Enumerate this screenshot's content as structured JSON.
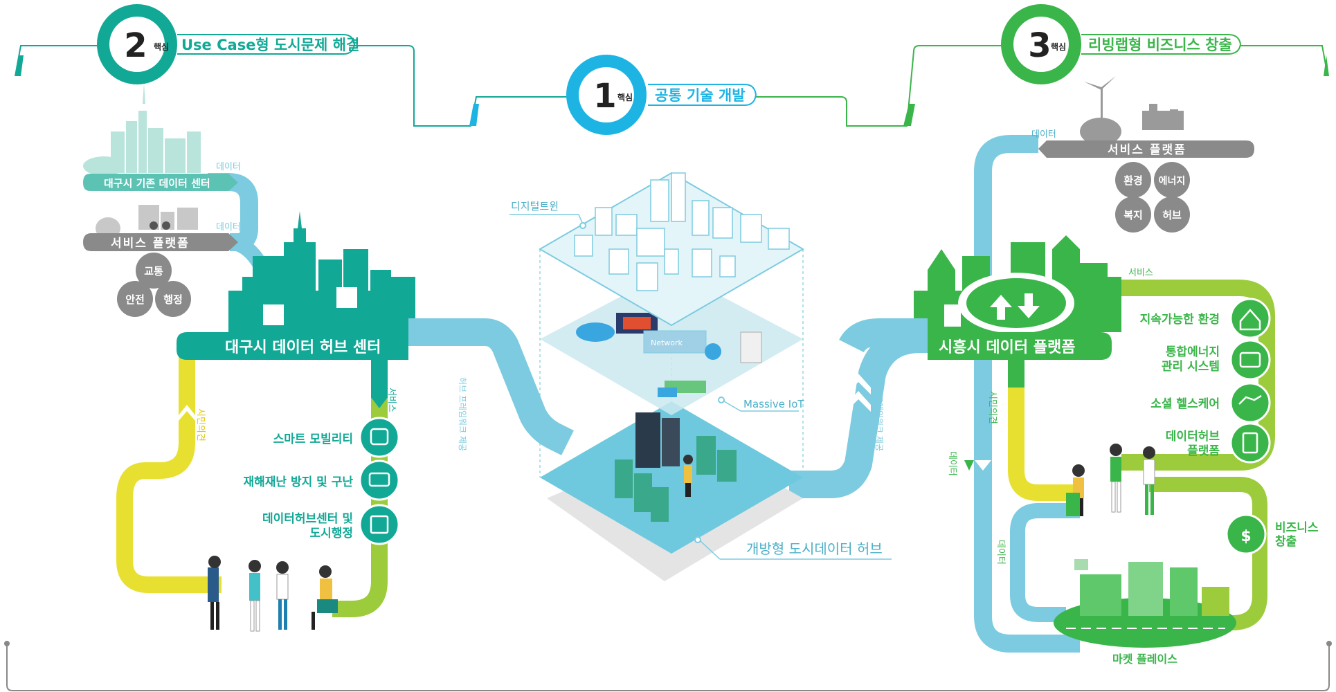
{
  "core1": {
    "num": "1",
    "tag": "핵심",
    "title": "공통 기술 개발"
  },
  "core2": {
    "num": "2",
    "tag": "핵심",
    "title": "Use Case형 도시문제 해결"
  },
  "core3": {
    "num": "3",
    "tag": "핵심",
    "title": "리빙랩형 비즈니스 창출"
  },
  "left": {
    "existing_center": "대구시 기존 데이터 센터",
    "service_platform": "서비스 플랫폼",
    "data_label_1": "데이터",
    "data_label_2": "데이터",
    "platform_items": [
      "교통",
      "안전",
      "행정"
    ],
    "hub_center": "대구시 데이터 허브 센터",
    "citizen_opinion": "시민의견",
    "service_label": "서비스",
    "services": [
      "스마트 모빌리티",
      "재해재난 방지 및 구난",
      "데이터허브센터 및",
      "도시행정"
    ]
  },
  "center": {
    "digital_twin": "디지털트윈",
    "massive_iot": "Massive IoT",
    "network": "Network",
    "open_hub": "개방형 도시데이터 허브",
    "framework_left": "허브 프레임워크 제공",
    "framework_right": "허브 프레임워크 제공"
  },
  "right": {
    "data_label_top": "데이터",
    "service_platform": "서비스 플랫폼",
    "platform_items": [
      "환경",
      "에너지",
      "복지",
      "허브"
    ],
    "service_label": "서비스",
    "data_platform": "시흥시 데이터 플랫폼",
    "citizen_opinion": "시민의견",
    "data_label_left": "데이터",
    "data_label_inner": "데이터",
    "services": [
      "지속가능한 환경",
      "통합에너지",
      "관리 시스템",
      "소셜 헬스케어",
      "데이터허브",
      "플랫폼"
    ],
    "business": [
      "비즈니스",
      "창출"
    ],
    "marketplace": "마켓 플레이스"
  },
  "colors": {
    "teal": "#12a896",
    "cyan": "#1db4e4",
    "green": "#3ab54a",
    "lightblue": "#7ccbe0",
    "yellow": "#e8e030",
    "lime": "#9ccc3c",
    "gray": "#8a8a8a"
  }
}
